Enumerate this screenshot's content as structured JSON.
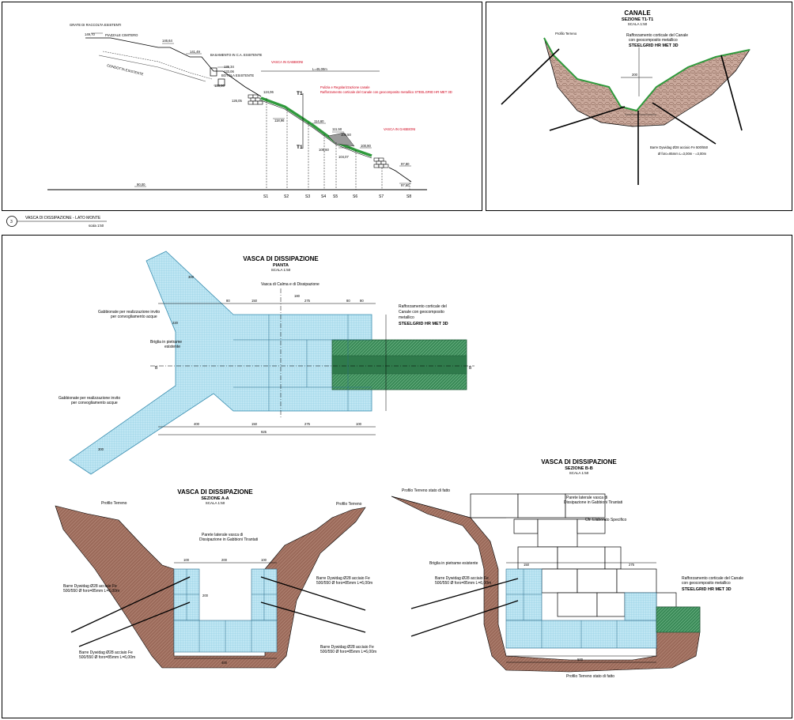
{
  "profile": {
    "caption_num": "3",
    "caption": "VASCA DI DISSIPAZIONE - LATO MONTE",
    "caption_scale": "scala 1:50",
    "labels": {
      "griglie": "GRATE DI RACCOLTA ESISTENTI",
      "piazzale": "PIAZZALE CIMITERO",
      "condotta": "CONDOTTA ESISTENTE",
      "basamento": "BASAMENTO IN C.A. ESISTENTE",
      "botola": "BOTOLA ESISTENTE",
      "vasca_gab_1": "VASCA IN GABBIONI",
      "vasca_gab_2": "VASCA IN GABBIONI",
      "length": "L=45,00m",
      "note1": "Pulizia e Regolarizzazione canale",
      "note2": "Rafforzamento corticale del Canale con geocomposito metallico STEELGRID HR MET 3D"
    },
    "elevations": [
      "149,70",
      "146,64",
      "141,49",
      "135,34",
      "133,06",
      "128,00",
      "126,05",
      "124,06",
      "118,96",
      "114,60",
      "111,50",
      "106,50",
      "105,60",
      "104,07",
      "100,90",
      "97,80",
      "97,60",
      "90,00"
    ],
    "sections": [
      "S1",
      "S2",
      "S3",
      "S4",
      "S5",
      "S6",
      "S7",
      "S8"
    ]
  },
  "canale": {
    "title": "CANALE",
    "subtitle": "SEZIONE T1-T1",
    "scale": "SCALA 1:50",
    "profilo": "Profilo Terreno",
    "raff1": "Rafforzamento corticale del Canale",
    "raff2": "con geocomposito metallico",
    "raff3": "STEELGRID HR MET 3D",
    "barre1": "Barre Dywidag Ø28 acciaio Fe 500/550",
    "barre2": "Ø foro=85mm L=3,00m - =3,00m",
    "dim": "200"
  },
  "pianta": {
    "title": "VASCA DI DISSIPAZIONE",
    "subtitle": "PIANTA",
    "scale": "SCALA 1:50",
    "vasca_calma": "Vasca di Calma e di Dissipazione",
    "gab1a": "Gabbionate per realizzazione invito",
    "gab1b": "per convogliamento acque",
    "briglia1": "Briglia in pietrame",
    "briglia2": "esistente",
    "gab2a": "Gabbionate per realizzazione invito",
    "gab2b": "per convogliamento acque",
    "raff1": "Rafforzamento corticale del",
    "raff2": "Canale con geocomposito",
    "raff3": "metallico",
    "raff4": "STEELGRID HR MET 3D",
    "section_mark": "B",
    "dims_top": [
      "80",
      "150",
      "275",
      "80",
      "80"
    ],
    "dims_bottom": [
      "400",
      "150",
      "275",
      "100"
    ],
    "dim_total": "925",
    "dim_diag": "300",
    "dim_diag2": "300",
    "dim_center": "180",
    "dim_a": "220"
  },
  "sezAA": {
    "title": "VASCA DI DISSIPAZIONE",
    "subtitle": "SEZIONE A-A",
    "scale": "SCALA 1:50",
    "profilo_l": "Profilo Terreno",
    "profilo_r": "Profilo Terreno",
    "parete1": "Parete laterale vasca di",
    "parete2": "Dissipazione in Gabbioni Tirantati",
    "barre_l1a": "Barre Dywidag Ø28 acciaio Fe",
    "barre_l1b": "500/550 Ø foro=85mm L=6,00m",
    "barre_l2a": "Barre Dywidag Ø28 acciaio Fe",
    "barre_l2b": "500/550 Ø foro=85mm L=6,00m",
    "barre_r1a": "Barre Dywidag Ø28 acciaio Fe",
    "barre_r1b": "500/550 Ø foro=85mm L=6,00m",
    "barre_r2a": "Barre Dywidag Ø28 acciaio Fe",
    "barre_r2b": "500/550 Ø foro=85mm L=6,00m",
    "dims": [
      "100",
      "200",
      "100"
    ],
    "dim_bottom": "400",
    "dim_v": "200"
  },
  "sezBB": {
    "title": "VASCA DI DISSIPAZIONE",
    "subtitle": "SEZIONE B-B",
    "scale": "SCALA 1:50",
    "profilo_top": "Profilo Terreno stato di fatto",
    "profilo_bot": "Profilo Terreno stato di fatto",
    "parete1": "Parete laterale vasca di",
    "parete2": "Dissipazione in Gabbioni Tirantati",
    "cfr": "Cfr. Elaborato Specifico",
    "briglia": "Briglia in pietrame esistente",
    "barre1": "Barre Dywidag Ø28 acciaio Fe",
    "barre2": "500/550 Ø foro=85mm L=6,00m",
    "raff1": "Rafforzamento corticale del Canale",
    "raff2": "con geocomposito metallico",
    "raff3": "STEELGRID HR MET 3D",
    "dims": [
      "275",
      "150"
    ],
    "dim_bottom": "500"
  }
}
